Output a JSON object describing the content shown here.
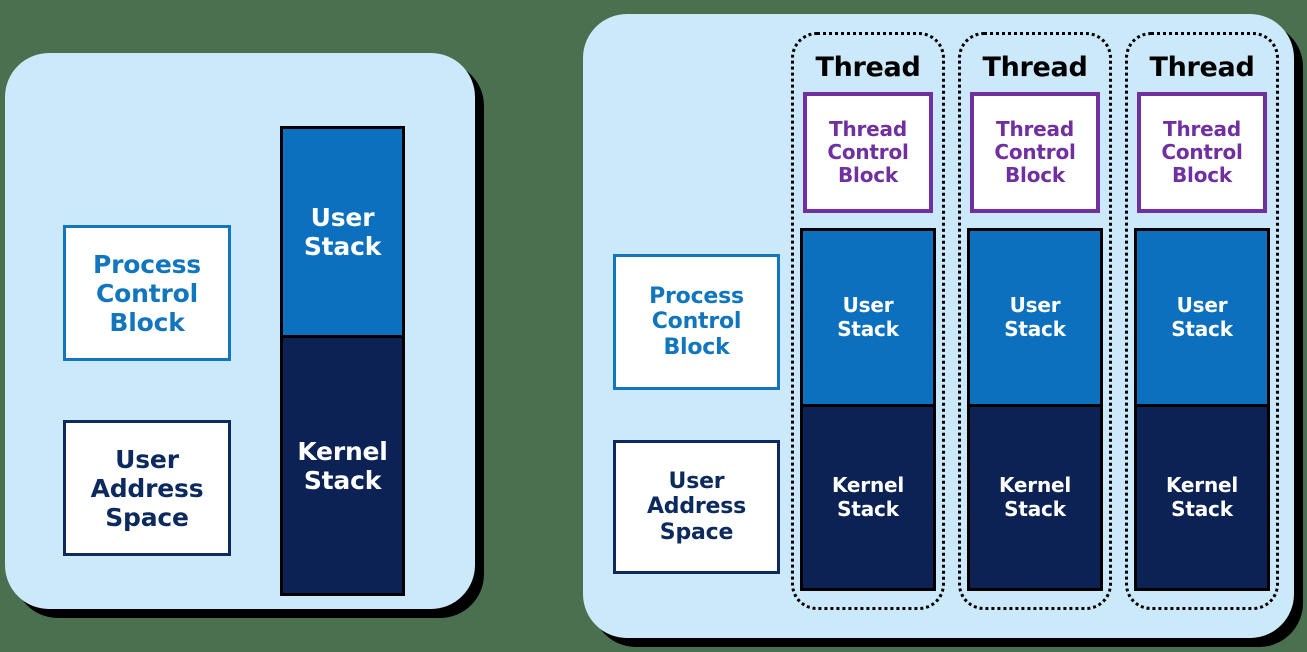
{
  "page": {
    "background_color": "#4a7050",
    "panel_fill": "#cbe9fb",
    "shadow_color": "#000000"
  },
  "colors": {
    "process_control_block": "#1276be",
    "user_address_space": "#0d2a5e",
    "thread_control_block": "#7030a0",
    "user_stack": "#0d70be",
    "kernel_stack": "#0c2255",
    "stack_outline": "#000000",
    "thread_outline": "#000000"
  },
  "single_threaded_process": {
    "name": "single-threaded-process-panel",
    "process_control_block": "Process\nControl\nBlock",
    "process_control_block_lines": [
      "Process",
      "Control",
      "Block"
    ],
    "user_address_space": "User\nAddress\nSpace",
    "user_address_space_lines": [
      "User",
      "Address",
      "Space"
    ],
    "stack": {
      "user_stack_lines": [
        "User",
        "Stack"
      ],
      "kernel_stack_lines": [
        "Kernel",
        "Stack"
      ]
    }
  },
  "multi_threaded_process": {
    "name": "multi-threaded-process-panel",
    "process_control_block_lines": [
      "Process",
      "Control",
      "Block"
    ],
    "user_address_space_lines": [
      "User",
      "Address",
      "Space"
    ],
    "threads": [
      {
        "title": "Thread",
        "thread_control_block_lines": [
          "Thread",
          "Control",
          "Block"
        ],
        "user_stack_lines": [
          "User",
          "Stack"
        ],
        "kernel_stack_lines": [
          "Kernel",
          "Stack"
        ]
      },
      {
        "title": "Thread",
        "thread_control_block_lines": [
          "Thread",
          "Control",
          "Block"
        ],
        "user_stack_lines": [
          "User",
          "Stack"
        ],
        "kernel_stack_lines": [
          "Kernel",
          "Stack"
        ]
      },
      {
        "title": "Thread",
        "thread_control_block_lines": [
          "Thread",
          "Control",
          "Block"
        ],
        "user_stack_lines": [
          "User",
          "Stack"
        ],
        "kernel_stack_lines": [
          "Kernel",
          "Stack"
        ]
      }
    ]
  }
}
